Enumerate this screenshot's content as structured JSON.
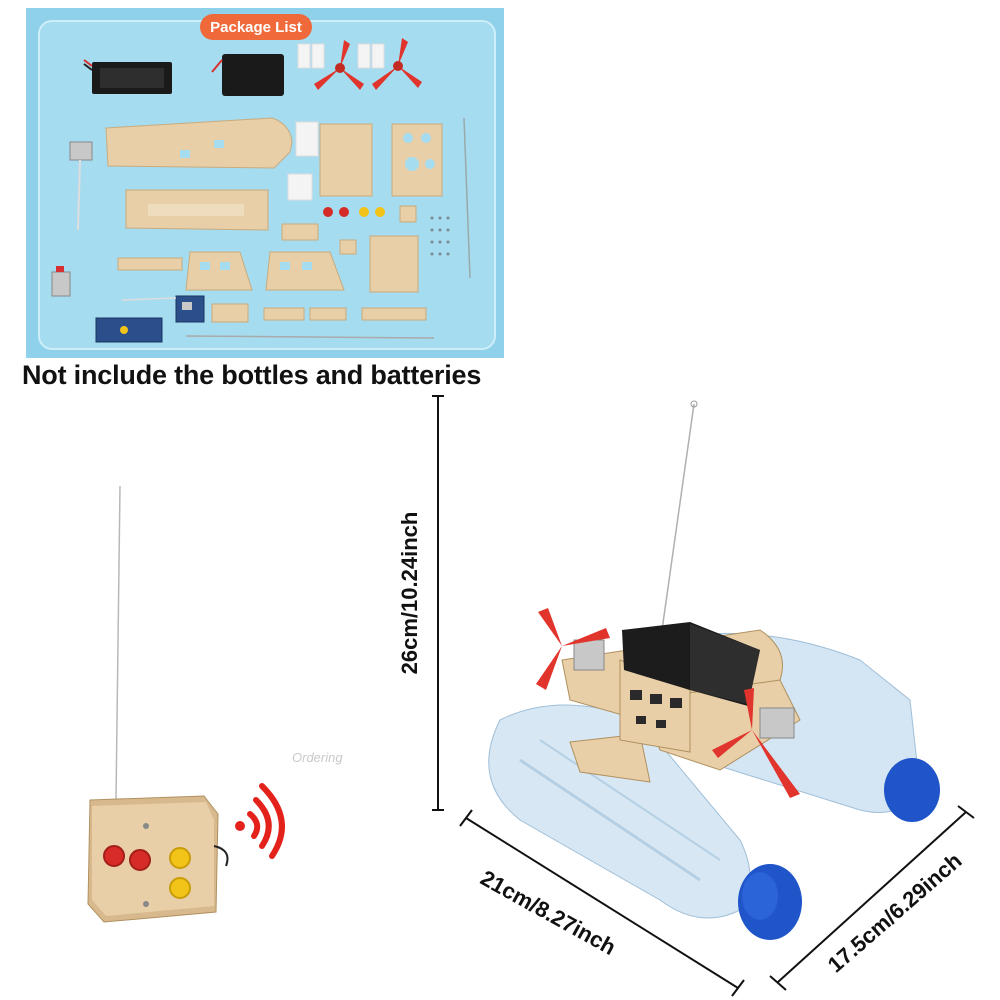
{
  "package_list": {
    "title": "Package List",
    "parts": [
      "battery-box-open",
      "battery-box-closed",
      "propeller",
      "propeller",
      "hull-board",
      "tape-strips",
      "motor-mount-board",
      "control-panel-board",
      "motor",
      "motor",
      "wire-antenna",
      "wing-board",
      "cross-board",
      "window-board",
      "window-board",
      "small-blocks",
      "circuit-board",
      "circuit-board",
      "buttons",
      "screws",
      "antenna-wire"
    ]
  },
  "note": "Not include the bottles and batteries",
  "dimensions": {
    "height": "26cm/10.24inch",
    "length": "21cm/8.27inch",
    "width": "17.5cm/6.29inch"
  },
  "watermark": "Ordering",
  "colors": {
    "panel_bg": "#8fd0ea",
    "pill": "#f0693a",
    "wood": "#e8cfa8",
    "propeller": "#e0342c",
    "button_red": "#d62b26",
    "button_yellow": "#f2c318",
    "bottle_cap": "#1f55c8",
    "signal": "#e3221c"
  },
  "remote": {
    "signal_icon": "wifi-signal-icon"
  }
}
